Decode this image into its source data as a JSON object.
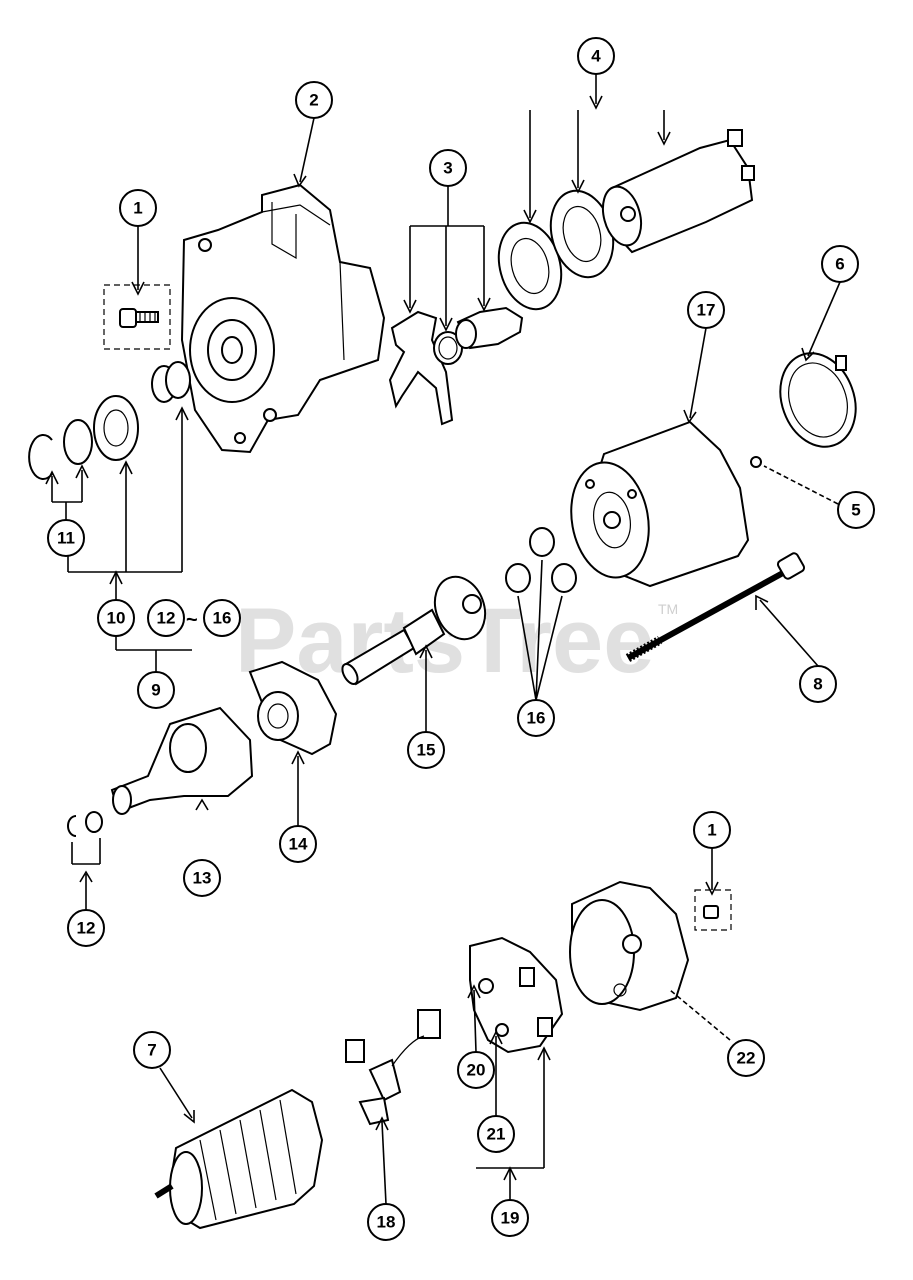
{
  "watermark": {
    "text": "PartsTree",
    "trademark": "TM"
  },
  "range_separator": "~",
  "callouts": {
    "c1a": "1",
    "c1b": "1",
    "c2": "2",
    "c3": "3",
    "c4": "4",
    "c5": "5",
    "c6": "6",
    "c7": "7",
    "c8": "8",
    "c9": "9",
    "c10": "10",
    "c11": "11",
    "c12a": "12",
    "c12b": "12",
    "c13": "13",
    "c14": "14",
    "c15": "15",
    "c16a": "16",
    "c16b": "16",
    "c17": "17",
    "c18": "18",
    "c19": "19",
    "c20": "20",
    "c21": "21",
    "c22": "22"
  }
}
